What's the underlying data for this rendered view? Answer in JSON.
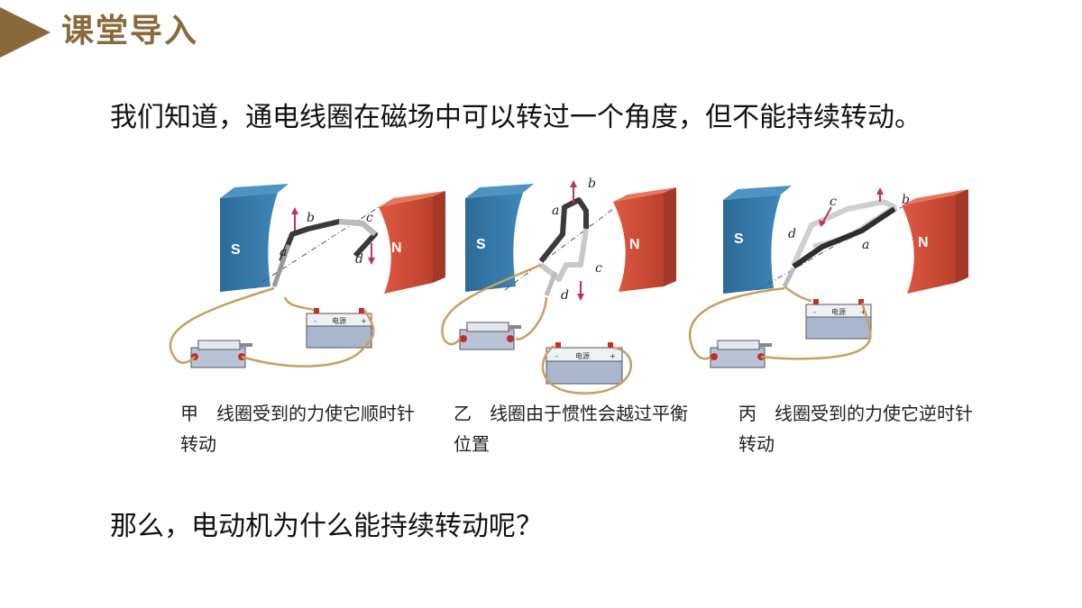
{
  "header": {
    "title": "课堂导入"
  },
  "intro": "我们知道，通电线圈在磁场中可以转过一个角度，但不能持续转动。",
  "figures": [
    {
      "caption": "甲　线圈受到的力使它顺时针转动",
      "labels": [
        "a",
        "b",
        "c",
        "d"
      ],
      "poles": [
        "S",
        "N"
      ],
      "battery": "电源",
      "battery_minus": "-",
      "battery_plus": "+"
    },
    {
      "caption": "乙　线圈由于惯性会越过平衡位置",
      "labels": [
        "a",
        "b",
        "c",
        "d"
      ],
      "poles": [
        "S",
        "N"
      ],
      "battery": "电源",
      "battery_minus": "-",
      "battery_plus": "+"
    },
    {
      "caption": "丙　线圈受到的力使它逆时针转动",
      "labels": [
        "a",
        "b",
        "c",
        "d"
      ],
      "poles": [
        "S",
        "N"
      ],
      "battery": "电源",
      "battery_minus": "-",
      "battery_plus": "+"
    }
  ],
  "question": "那么，电动机为什么能持续转动呢？",
  "colors": {
    "title": "#8a6a3c",
    "magnet_s": "#2e6f9e",
    "magnet_n": "#d4503a",
    "wire": "#c8a060",
    "arrow": "#c0306a"
  }
}
